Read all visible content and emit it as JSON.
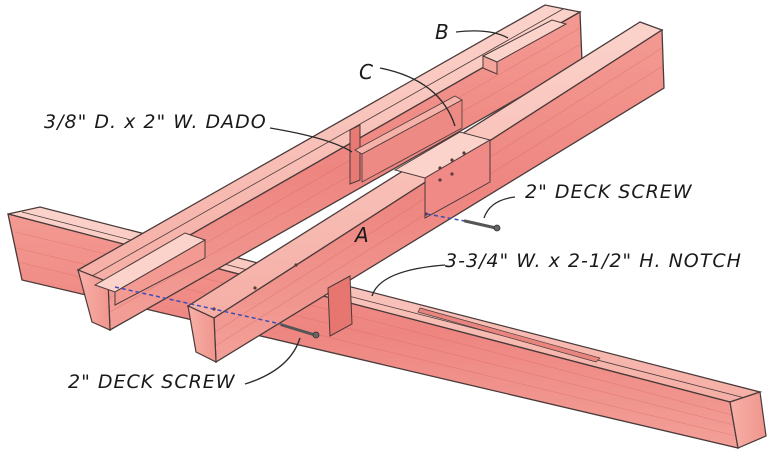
{
  "figure": {
    "type": "woodworking exploded assembly illustration",
    "colors": {
      "wood_face": "#f08a86",
      "wood_top": "#f7b6ad",
      "wood_light": "#fad0c8",
      "wood_dark": "#d9675f",
      "outline": "#4a3a3a",
      "screw_line": "#3d4fb5",
      "leader": "#2a2a2a"
    },
    "parts": [
      {
        "id": "A",
        "label": "A"
      },
      {
        "id": "B",
        "label": "B"
      },
      {
        "id": "C",
        "label": "C"
      }
    ],
    "callouts": {
      "dado": "3/8\" D. x 2\" W. DADO",
      "screw_top": "2\" DECK SCREW",
      "notch": "3-3/4\" W. x 2-1/2\" H. NOTCH",
      "screw_bottom": "2\" DECK SCREW"
    }
  }
}
